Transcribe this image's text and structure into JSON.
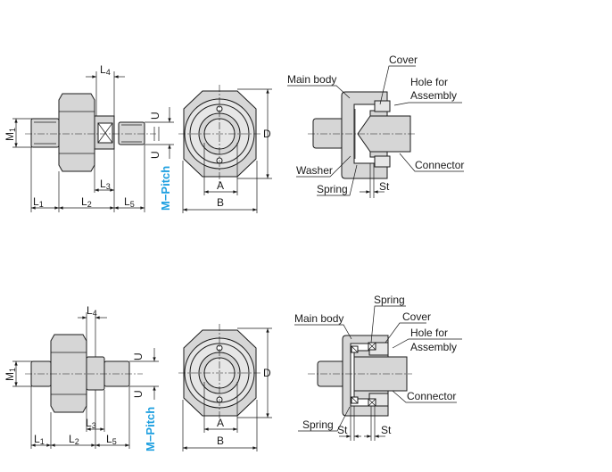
{
  "colors": {
    "accent": "#1fa0e0",
    "part": "#d6d6d6",
    "line": "#1a1a1a"
  },
  "top": {
    "dims": {
      "L1": {
        "l": "L",
        "s": "1"
      },
      "L2": {
        "l": "L",
        "s": "2"
      },
      "L3": {
        "l": "L",
        "s": "3"
      },
      "L4": {
        "l": "L",
        "s": "4"
      },
      "L5": {
        "l": "L",
        "s": "5"
      },
      "M1": {
        "l": "M",
        "s": "1"
      },
      "U": "U",
      "A": "A",
      "B": "B",
      "D": "D",
      "St": "St"
    },
    "pitch_label": "M−Pitch",
    "callouts": {
      "cover": "Cover",
      "main_body": "Main body",
      "hole_1": "Hole for",
      "hole_2": "Assembly",
      "connector": "Connector",
      "washer": "Washer",
      "spring": "Spring"
    }
  },
  "bottom": {
    "dims": {
      "L1": {
        "l": "L",
        "s": "1"
      },
      "L2": {
        "l": "L",
        "s": "2"
      },
      "L3": {
        "l": "L",
        "s": "3"
      },
      "L4": {
        "l": "L",
        "s": "4"
      },
      "L5": {
        "l": "L",
        "s": "5"
      },
      "M1": {
        "l": "M",
        "s": "1"
      },
      "U": "U",
      "A": "A",
      "B": "B",
      "D": "D",
      "St": "St"
    },
    "pitch_label": "M−Pitch",
    "callouts": {
      "spring_top": "Spring",
      "cover": "Cover",
      "main_body": "Main body",
      "hole_1": "Hole for",
      "hole_2": "Assembly",
      "connector": "Connector",
      "spring_bottom": "Spring"
    }
  }
}
